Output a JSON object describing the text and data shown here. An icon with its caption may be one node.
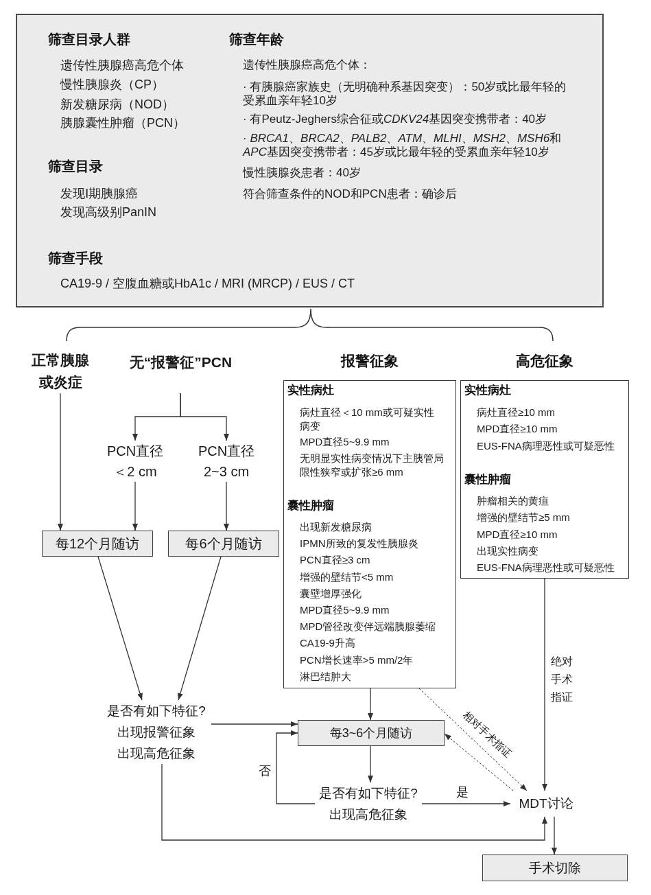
{
  "diagram": {
    "nodes": [
      {
        "text": [
          "筛查目录人群",
          "遗传性胰腺癌高危个体",
          "慢性胰腺炎（CP）",
          "新发糖尿病（NOD）",
          "胰腺囊性肿瘤（PCN）",
          "筛查目录",
          "发现Ⅰ期胰腺癌",
          "发现高级别PanIN",
          "筛查年龄",
          "遗传性胰腺癌高危个体：",
          "· 有胰腺癌家族史（无明确种系基因突变）：50岁或比最年轻的受累血亲年轻10岁",
          "· 有Peutz-Jeghers综合征或CDKV24基因突变携带者：40岁",
          "· BRCA1、BRCA2、PALB2、ATM、MLHI、MSH2、MSH6和APC基因突变携带者：45岁或比最年轻的受累血亲年轻10岁",
          "慢性胰腺炎患者：40岁",
          "符合筛查条件的NOD和PCN患者：确诊后",
          "筛查手段",
          "CA19-9 / 空腹血糖或HbA1c / MRI (MRCP) / EUS / CT"
        ]
      },
      {
        "text": [
          "正常胰腺或炎症"
        ]
      },
      {
        "text": [
          "无“报警征”PCN"
        ]
      },
      {
        "text": [
          "报警征象",
          "实性病灶",
          "病灶直径＜10 mm或可疑实性病变",
          "MPD直径5~9.9 mm",
          "无明显实性病变情况下主胰管局限性狭窄或扩张≥6 mm",
          "囊性肿瘤",
          "出现新发糖尿病",
          "IPMN所致的复发性胰腺炎",
          "PCN直径≥3 cm",
          "增强的壁结节<5 mm",
          "囊壁增厚强化",
          "MPD直径5~9.9 mm",
          "MPD管径改变伴远端胰腺萎缩",
          "CA19-9升高",
          "PCN增长速率>5 mm/2年",
          "淋巴结肿大"
        ]
      },
      {
        "text": [
          "高危征象",
          "实性病灶",
          "病灶直径≥10 mm",
          "MPD直径≥10 mm",
          "EUS-FNA病理恶性或可疑恶性",
          "囊性肿瘤",
          "肿瘤相关的黄疸",
          "增强的壁结节≥5 mm",
          "MPD直径≥10 mm",
          "出现实性病变",
          "EUS-FNA病理恶性或可疑恶性"
        ]
      },
      {
        "text": [
          "PCN直径＜2 cm"
        ]
      },
      {
        "text": [
          "PCN直径2~3 cm"
        ]
      },
      {
        "text": [
          "每12个月随访"
        ]
      },
      {
        "text": [
          "每6个月随访"
        ]
      },
      {
        "text": [
          "是否有如下特征?",
          "出现报警征象",
          "出现高危征象"
        ]
      },
      {
        "text": [
          "每3~6个月随访"
        ]
      },
      {
        "text": [
          "是否有如下特征?",
          "出现高危征象"
        ]
      },
      {
        "text": [
          "MDT讨论"
        ]
      },
      {
        "text": [
          "手术切除"
        ]
      }
    ],
    "edges": [
      {
        "from": 1,
        "to": 7,
        "arrow": "to"
      },
      {
        "from": 2,
        "to": 5,
        "arrow": "to"
      },
      {
        "from": 2,
        "to": 6,
        "arrow": "to"
      },
      {
        "from": 5,
        "to": 7,
        "arrow": "to"
      },
      {
        "from": 6,
        "to": 8,
        "arrow": "to"
      },
      {
        "from": 7,
        "to": 9,
        "arrow": "to"
      },
      {
        "from": 8,
        "to": 9,
        "arrow": "to"
      },
      {
        "from": 9,
        "to": 10,
        "arrow": "to"
      },
      {
        "from": 3,
        "to": 10,
        "arrow": "to"
      },
      {
        "from": 10,
        "to": 11,
        "arrow": "to"
      },
      {
        "from": 11,
        "to": 10,
        "arrow": "to",
        "label": "否"
      },
      {
        "from": 11,
        "to": 12,
        "arrow": "to",
        "label": "是"
      },
      {
        "from": 4,
        "to": 12,
        "arrow": "to",
        "label": "绝对手术指证"
      },
      {
        "from": 3,
        "to": 12,
        "arrow": "to",
        "label": "相对手术指证",
        "style": "dashed"
      },
      {
        "from": 12,
        "to": 10,
        "arrow": "to",
        "style": "dashed"
      },
      {
        "from": 9,
        "to": 12,
        "arrow": "to"
      },
      {
        "from": 12,
        "to": 13,
        "arrow": "to"
      }
    ]
  }
}
